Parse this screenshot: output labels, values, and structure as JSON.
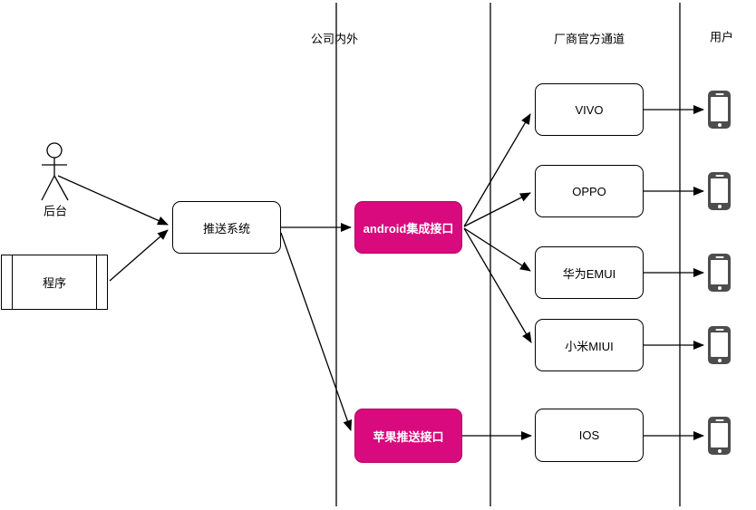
{
  "lanes": [
    {
      "label": "公司内外"
    },
    {
      "label": "厂商官方通道"
    },
    {
      "label": "用户"
    }
  ],
  "actor": {
    "label": "后台"
  },
  "nodes": {
    "program": "程序",
    "push_system": "推送系统",
    "android_api": "android集成接口",
    "apple_api": "苹果推送接口",
    "vivo": "VIVO",
    "oppo": "OPPO",
    "huawei_emui": "华为EMUI",
    "xiaomi_miui": "小米MIUI",
    "ios": "IOS"
  },
  "edges": [
    {
      "from": "后台",
      "to": "推送系统"
    },
    {
      "from": "程序",
      "to": "推送系统"
    },
    {
      "from": "推送系统",
      "to": "android集成接口"
    },
    {
      "from": "推送系统",
      "to": "苹果推送接口"
    },
    {
      "from": "android集成接口",
      "to": "VIVO"
    },
    {
      "from": "android集成接口",
      "to": "OPPO"
    },
    {
      "from": "android集成接口",
      "to": "华为EMUI"
    },
    {
      "from": "android集成接口",
      "to": "小米MIUI"
    },
    {
      "from": "苹果推送接口",
      "to": "IOS"
    },
    {
      "from": "VIVO",
      "to": "用户手机"
    },
    {
      "from": "OPPO",
      "to": "用户手机"
    },
    {
      "from": "华为EMUI",
      "to": "用户手机"
    },
    {
      "from": "小米MIUI",
      "to": "用户手机"
    },
    {
      "from": "IOS",
      "to": "用户手机"
    }
  ],
  "colors": {
    "accent": "#d80a7d",
    "line": "#000000",
    "phone_body": "#4d4d4d"
  }
}
